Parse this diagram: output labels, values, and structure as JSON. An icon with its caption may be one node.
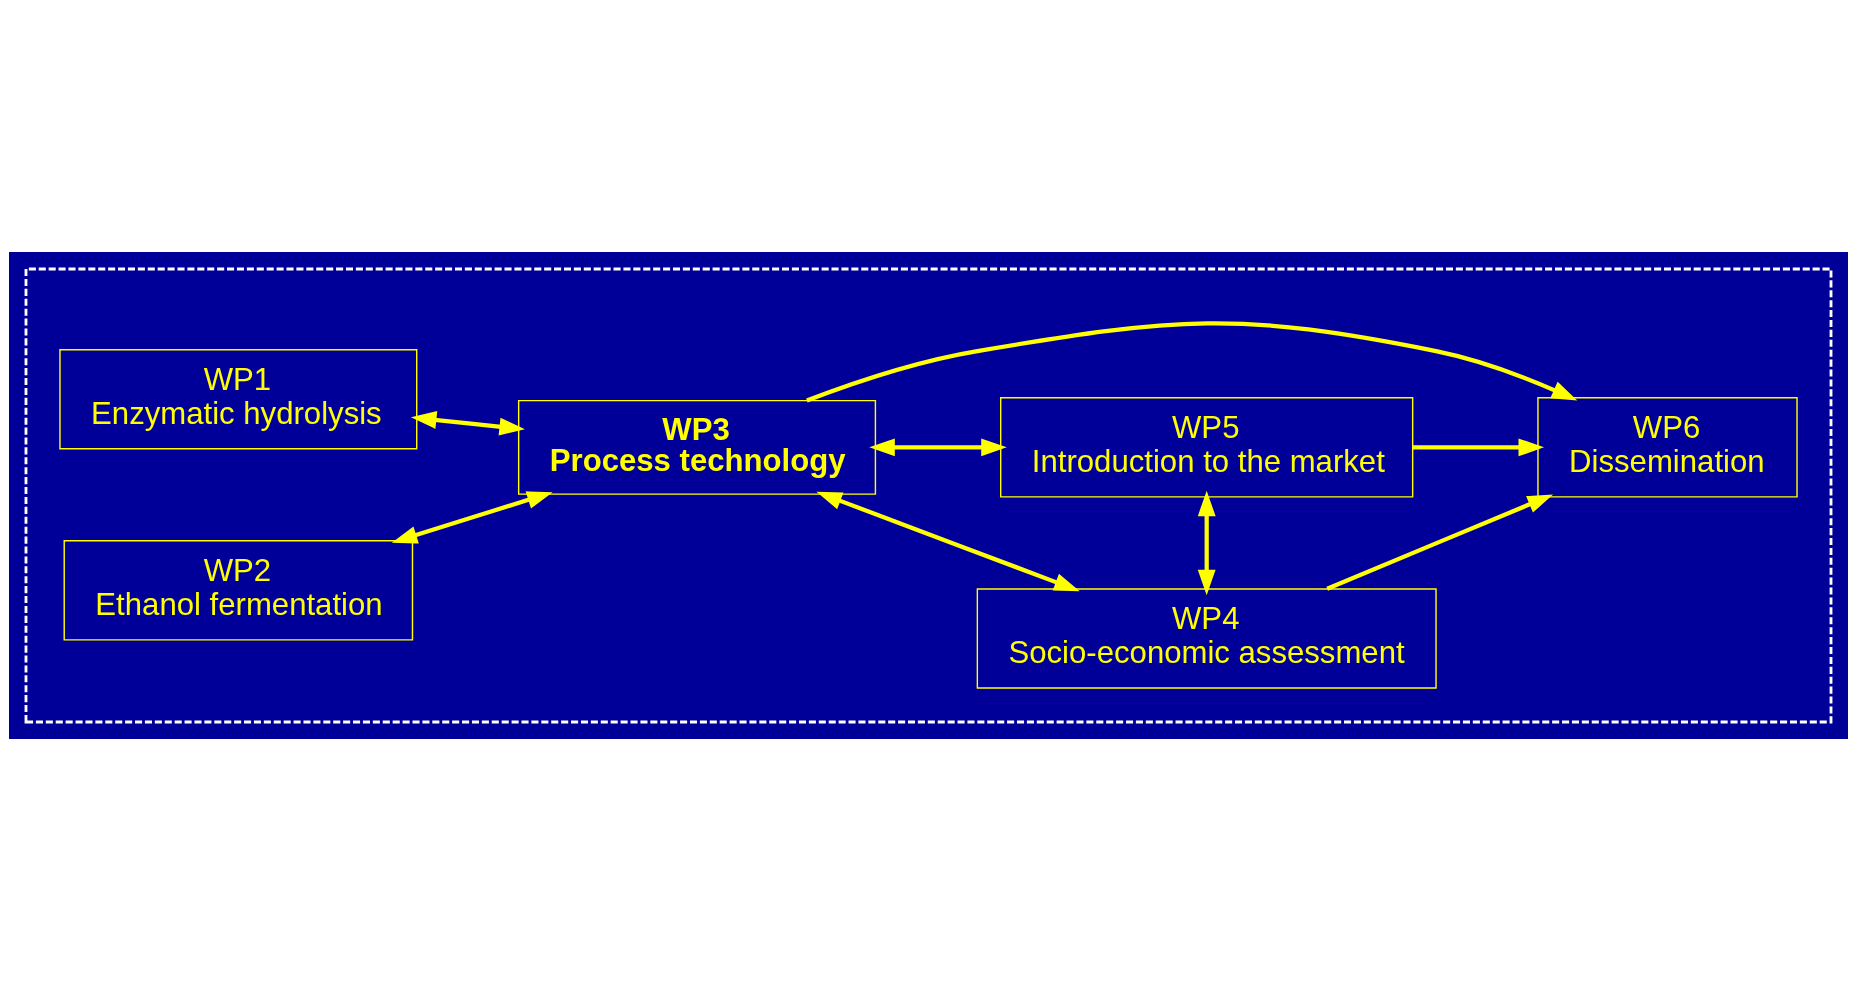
{
  "diagram": {
    "nodes": [
      {
        "text": [],
        "shape": "box"
      },
      {
        "text": [
          "WP1",
          "Enzymatic hydrolysis"
        ],
        "in": 0
      },
      {
        "text": [
          "WP2",
          "Ethanol fermentation"
        ],
        "in": 0
      },
      {
        "text": [
          "WP3",
          "Process technology"
        ],
        "in": 0
      },
      {
        "text": [
          "WP4",
          "Socio-economic assessment"
        ],
        "in": 0
      },
      {
        "text": [
          "WP5",
          "Introduction to the market"
        ],
        "in": 0
      },
      {
        "text": [
          "WP6",
          "Dissemination"
        ],
        "in": 0
      }
    ],
    "edges": [
      {
        "from": 1,
        "to": 3,
        "arrow": "both"
      },
      {
        "from": 2,
        "to": 3,
        "arrow": "both"
      },
      {
        "from": 3,
        "to": 4,
        "arrow": "both"
      },
      {
        "from": 3,
        "to": 5,
        "arrow": "both"
      },
      {
        "from": 4,
        "to": 5,
        "arrow": "both"
      },
      {
        "from": 4,
        "to": 6,
        "arrow": "to"
      },
      {
        "from": 3,
        "to": 6,
        "arrow": "to"
      },
      {
        "from": 5,
        "to": 6,
        "arrow": "to"
      }
    ]
  }
}
